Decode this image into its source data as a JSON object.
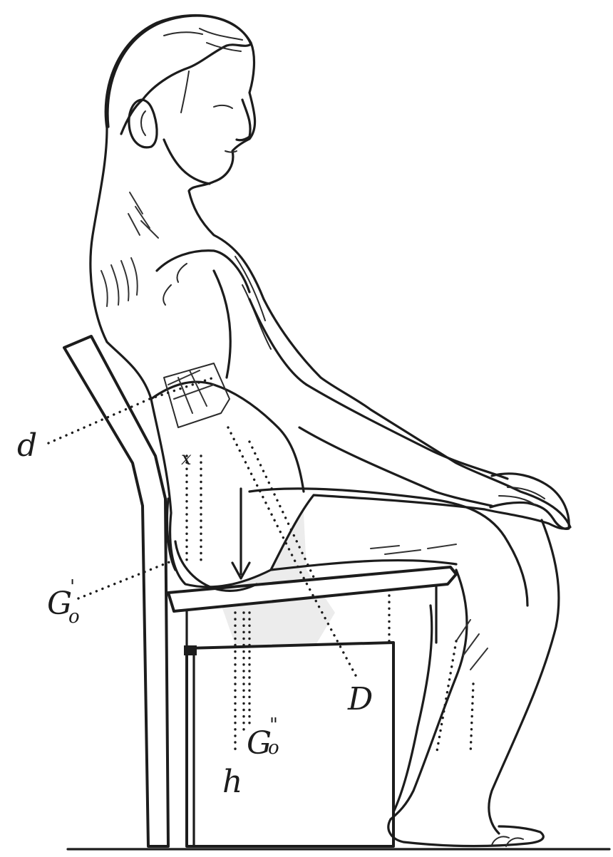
{
  "labels": {
    "d": "d",
    "g_prime": "G",
    "g_prime_sub": "o",
    "g_prime_sup": "'",
    "big_d": "D",
    "g_double": "G",
    "g_double_sub": "o",
    "g_double_sup": "\"",
    "h": "h",
    "x": "x"
  }
}
